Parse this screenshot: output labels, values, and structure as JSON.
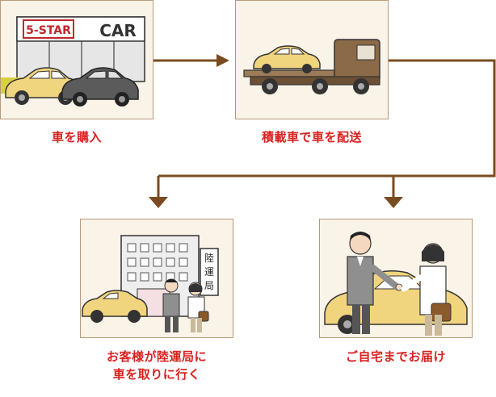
{
  "steps": [
    {
      "label": "車を購入",
      "sign_brand": "5-STAR",
      "sign_text": "CAR"
    },
    {
      "label": "積載車で車を配送"
    },
    {
      "label_line1": "お客様が陸運局に",
      "label_line2": "車を取りに行く",
      "sign_vertical": "陸運局"
    },
    {
      "label": "ご自宅までお届け"
    }
  ],
  "colors": {
    "arrow": "#7a4b21",
    "caption": "#d9221f",
    "box_border": "#b89a78",
    "car_yellow": "#f1d57e",
    "car_gray": "#5b5b5b",
    "truck_brown": "#8a6a47"
  }
}
